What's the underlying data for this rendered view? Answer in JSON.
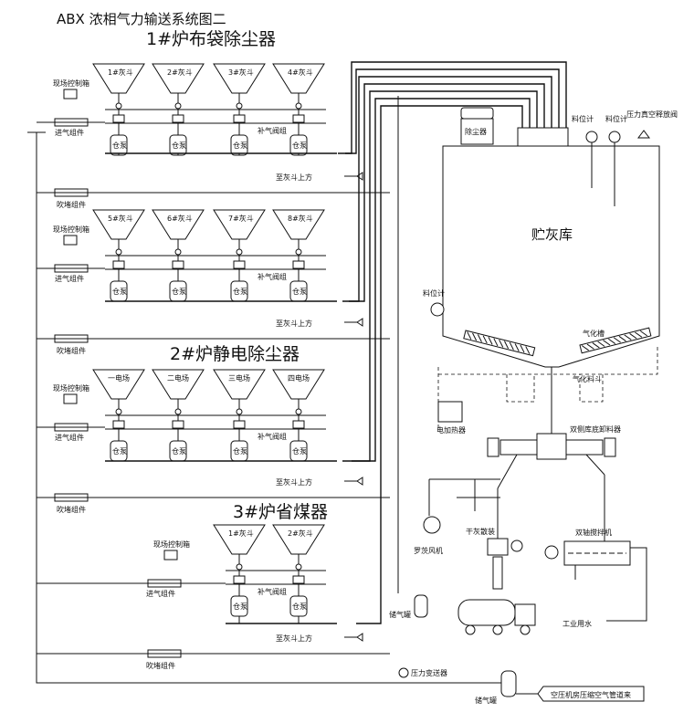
{
  "title": "ABX 浓相气力输送系统图二",
  "sections": [
    {
      "label": "1#炉布袋除尘器",
      "hoppers": [
        "1#灰斗",
        "2#灰斗",
        "3#灰斗",
        "4#灰斗"
      ]
    },
    {
      "label": "",
      "hoppers": [
        "5#灰斗",
        "6#灰斗",
        "7#灰斗",
        "8#灰斗"
      ]
    },
    {
      "label": "2#炉静电除尘器",
      "hoppers": [
        "一电场",
        "二电场",
        "三电场",
        "四电场"
      ]
    },
    {
      "label": "3#炉省煤器",
      "hoppers": [
        "1#灰斗",
        "2#灰斗"
      ]
    }
  ],
  "labels": {
    "control_box": "现场控制箱",
    "intake_group": "进气组件",
    "blow_group": "吹堵组件",
    "make_up_valve": "补气阀组",
    "to_hopper_top": "至灰斗上方",
    "pump": "仓泵",
    "dust_collector": "除尘器",
    "silo": "贮灰库",
    "level_meter": "料位计",
    "pressure_vacuum_valve": "压力真空释放阀",
    "aeration_slot": "气化槽",
    "aeration_hopper": "气化料斗",
    "electric_heater": "电加热器",
    "dual_gate": "双侧库底卸料器",
    "roots_blower": "罗茨风机",
    "dry_ash_loader": "干灰散装",
    "dual_shaft_mixer": "双轴搅拌机",
    "industrial_water": "工业用水",
    "air_tank": "储气罐",
    "pressure_transmitter": "压力变送器",
    "compressed_air_source": "空压机房压缩空气管道来"
  },
  "colors": {
    "line": "#111111",
    "background": "#ffffff"
  }
}
